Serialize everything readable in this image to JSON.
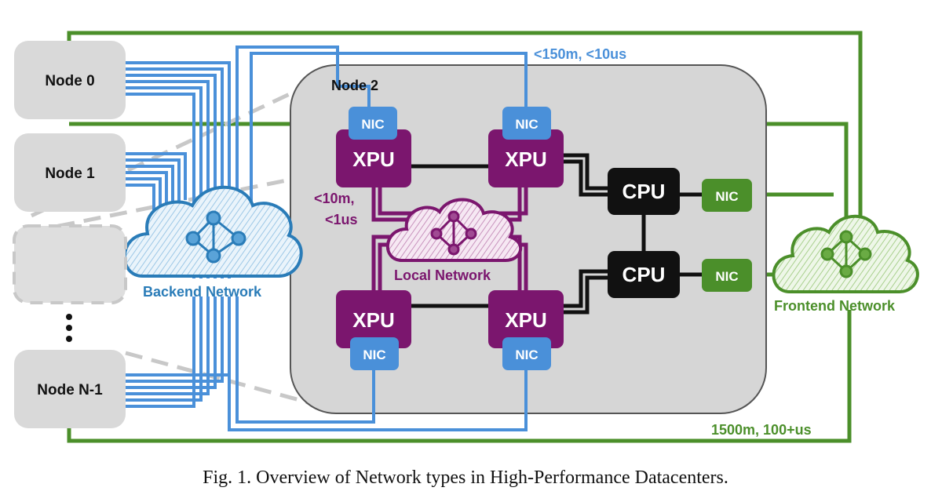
{
  "nodes": {
    "node0": "Node 0",
    "node1": "Node 1",
    "node2": "Node 2",
    "nodeN": "Node N-1"
  },
  "components": {
    "xpu": "XPU",
    "nic": "NIC",
    "cpu": "CPU"
  },
  "networks": {
    "backend": "Backend Network",
    "local": "Local Network",
    "frontend": "Frontend Network"
  },
  "annotations": {
    "backend_latency": "<150m, <10us",
    "local_latency_line1": "<10m,",
    "local_latency_line2": "<1us",
    "frontend_latency": "1500m, 100+us"
  },
  "caption": "Fig. 1.  Overview of Network types in High-Performance Datacenters.",
  "colors": {
    "backend_blue": "#4a90d9",
    "frontend_green": "#4b8f2a",
    "local_purple": "#7b166e",
    "cpu_black": "#111111",
    "node_gray": "#d9d9d9"
  },
  "icons": [
    "cloud-icon",
    "network-graph-icon",
    "ellipsis-icon"
  ]
}
